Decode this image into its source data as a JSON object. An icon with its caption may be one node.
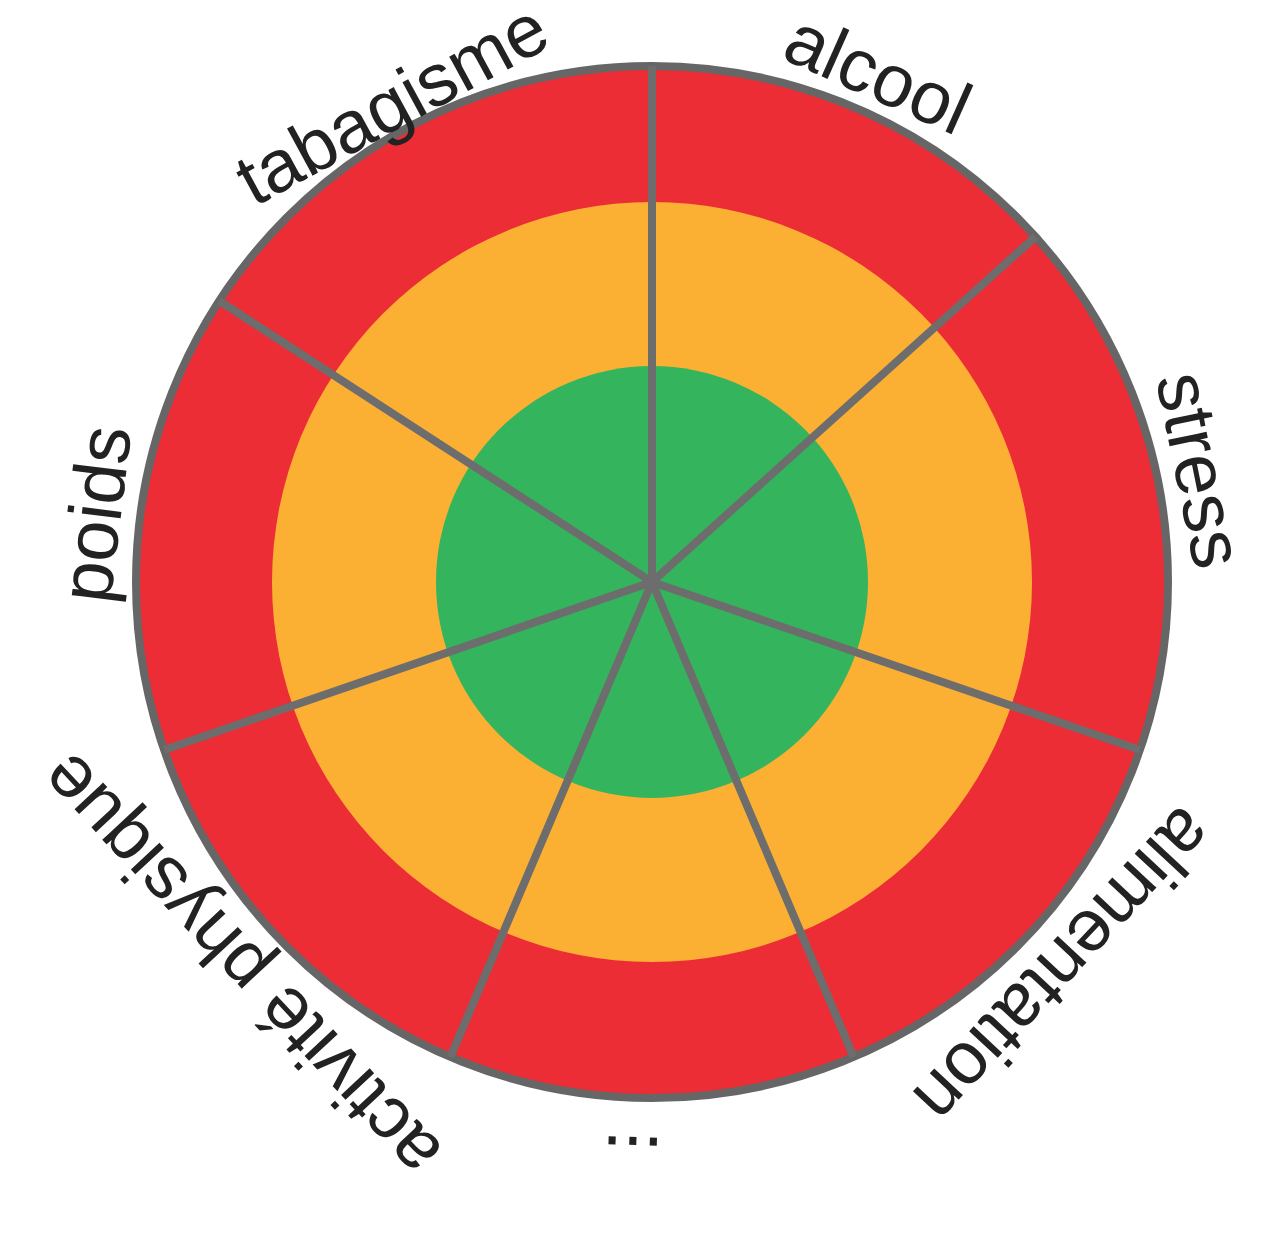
{
  "diagram": {
    "labels": [
      "tabagisme",
      "alcool",
      "stress",
      "alimentation",
      "...",
      "activité physique",
      "poids"
    ]
  }
}
